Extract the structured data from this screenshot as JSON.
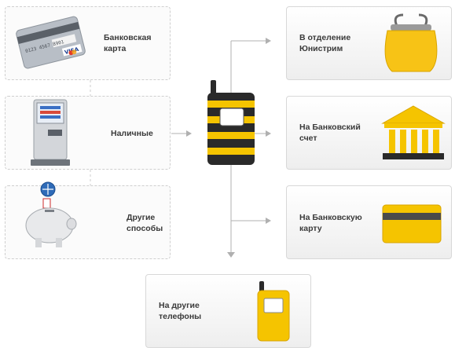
{
  "sources": [
    {
      "label_line1": "Банковская",
      "label_line2": "карта",
      "icon": "credit-card-icon"
    },
    {
      "label_line1": "Наличные",
      "label_line2": "",
      "icon": "payment-terminal-icon"
    },
    {
      "label_line1": "Другие",
      "label_line2": "способы",
      "icon": "piggy-bank-icon"
    }
  ],
  "card_text": {
    "number": "0123 4567 8901",
    "brand": "VISA"
  },
  "destinations": [
    {
      "label_line1": "В отделение",
      "label_line2": "Юнистрим",
      "icon": "purse-icon"
    },
    {
      "label_line1": "На Банковский",
      "label_line2": "счет",
      "icon": "bank-building-icon"
    },
    {
      "label_line1": "На Банковскую",
      "label_line2": "карту",
      "icon": "bank-card-icon"
    },
    {
      "label_line1": "На другие",
      "label_line2": "телефоны",
      "icon": "yellow-phone-icon"
    }
  ],
  "center_icon": "striped-phone-icon",
  "colors": {
    "yellow": "#f5c400",
    "black": "#2a2a2a",
    "arrow": "#b0b0b0"
  }
}
